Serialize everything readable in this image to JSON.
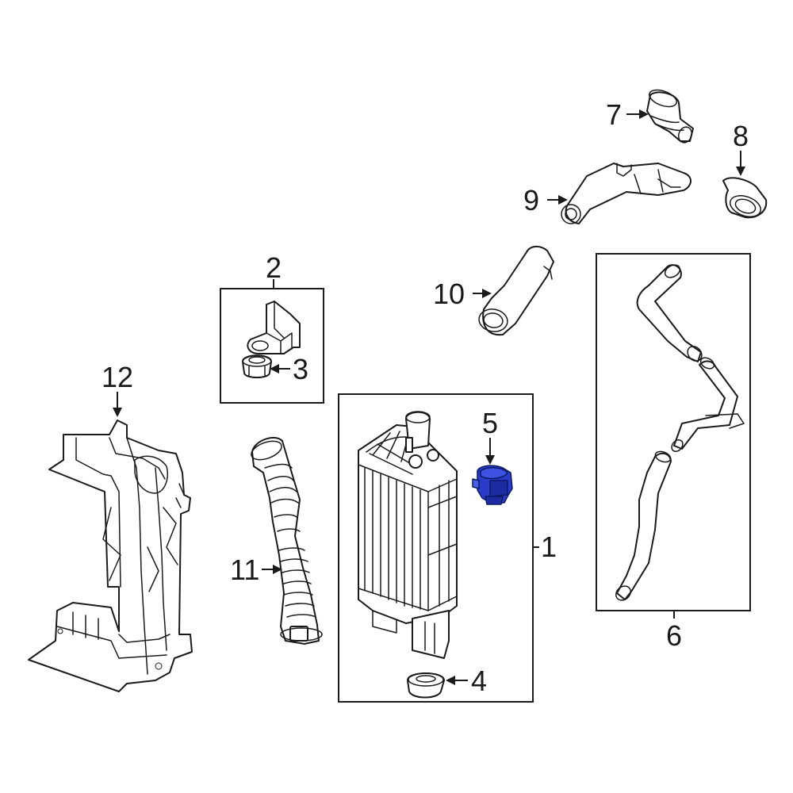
{
  "callouts": {
    "c1": "1",
    "c2": "2",
    "c3": "3",
    "c4": "4",
    "c5": "5",
    "c6": "6",
    "c7": "7",
    "c8": "8",
    "c9": "9",
    "c10": "10",
    "c11": "11",
    "c12": "12"
  },
  "colors": {
    "line": "#1a1a1a",
    "highlight_part": "#2a3cc7",
    "background": "#ffffff"
  },
  "highlighted_part": "5"
}
